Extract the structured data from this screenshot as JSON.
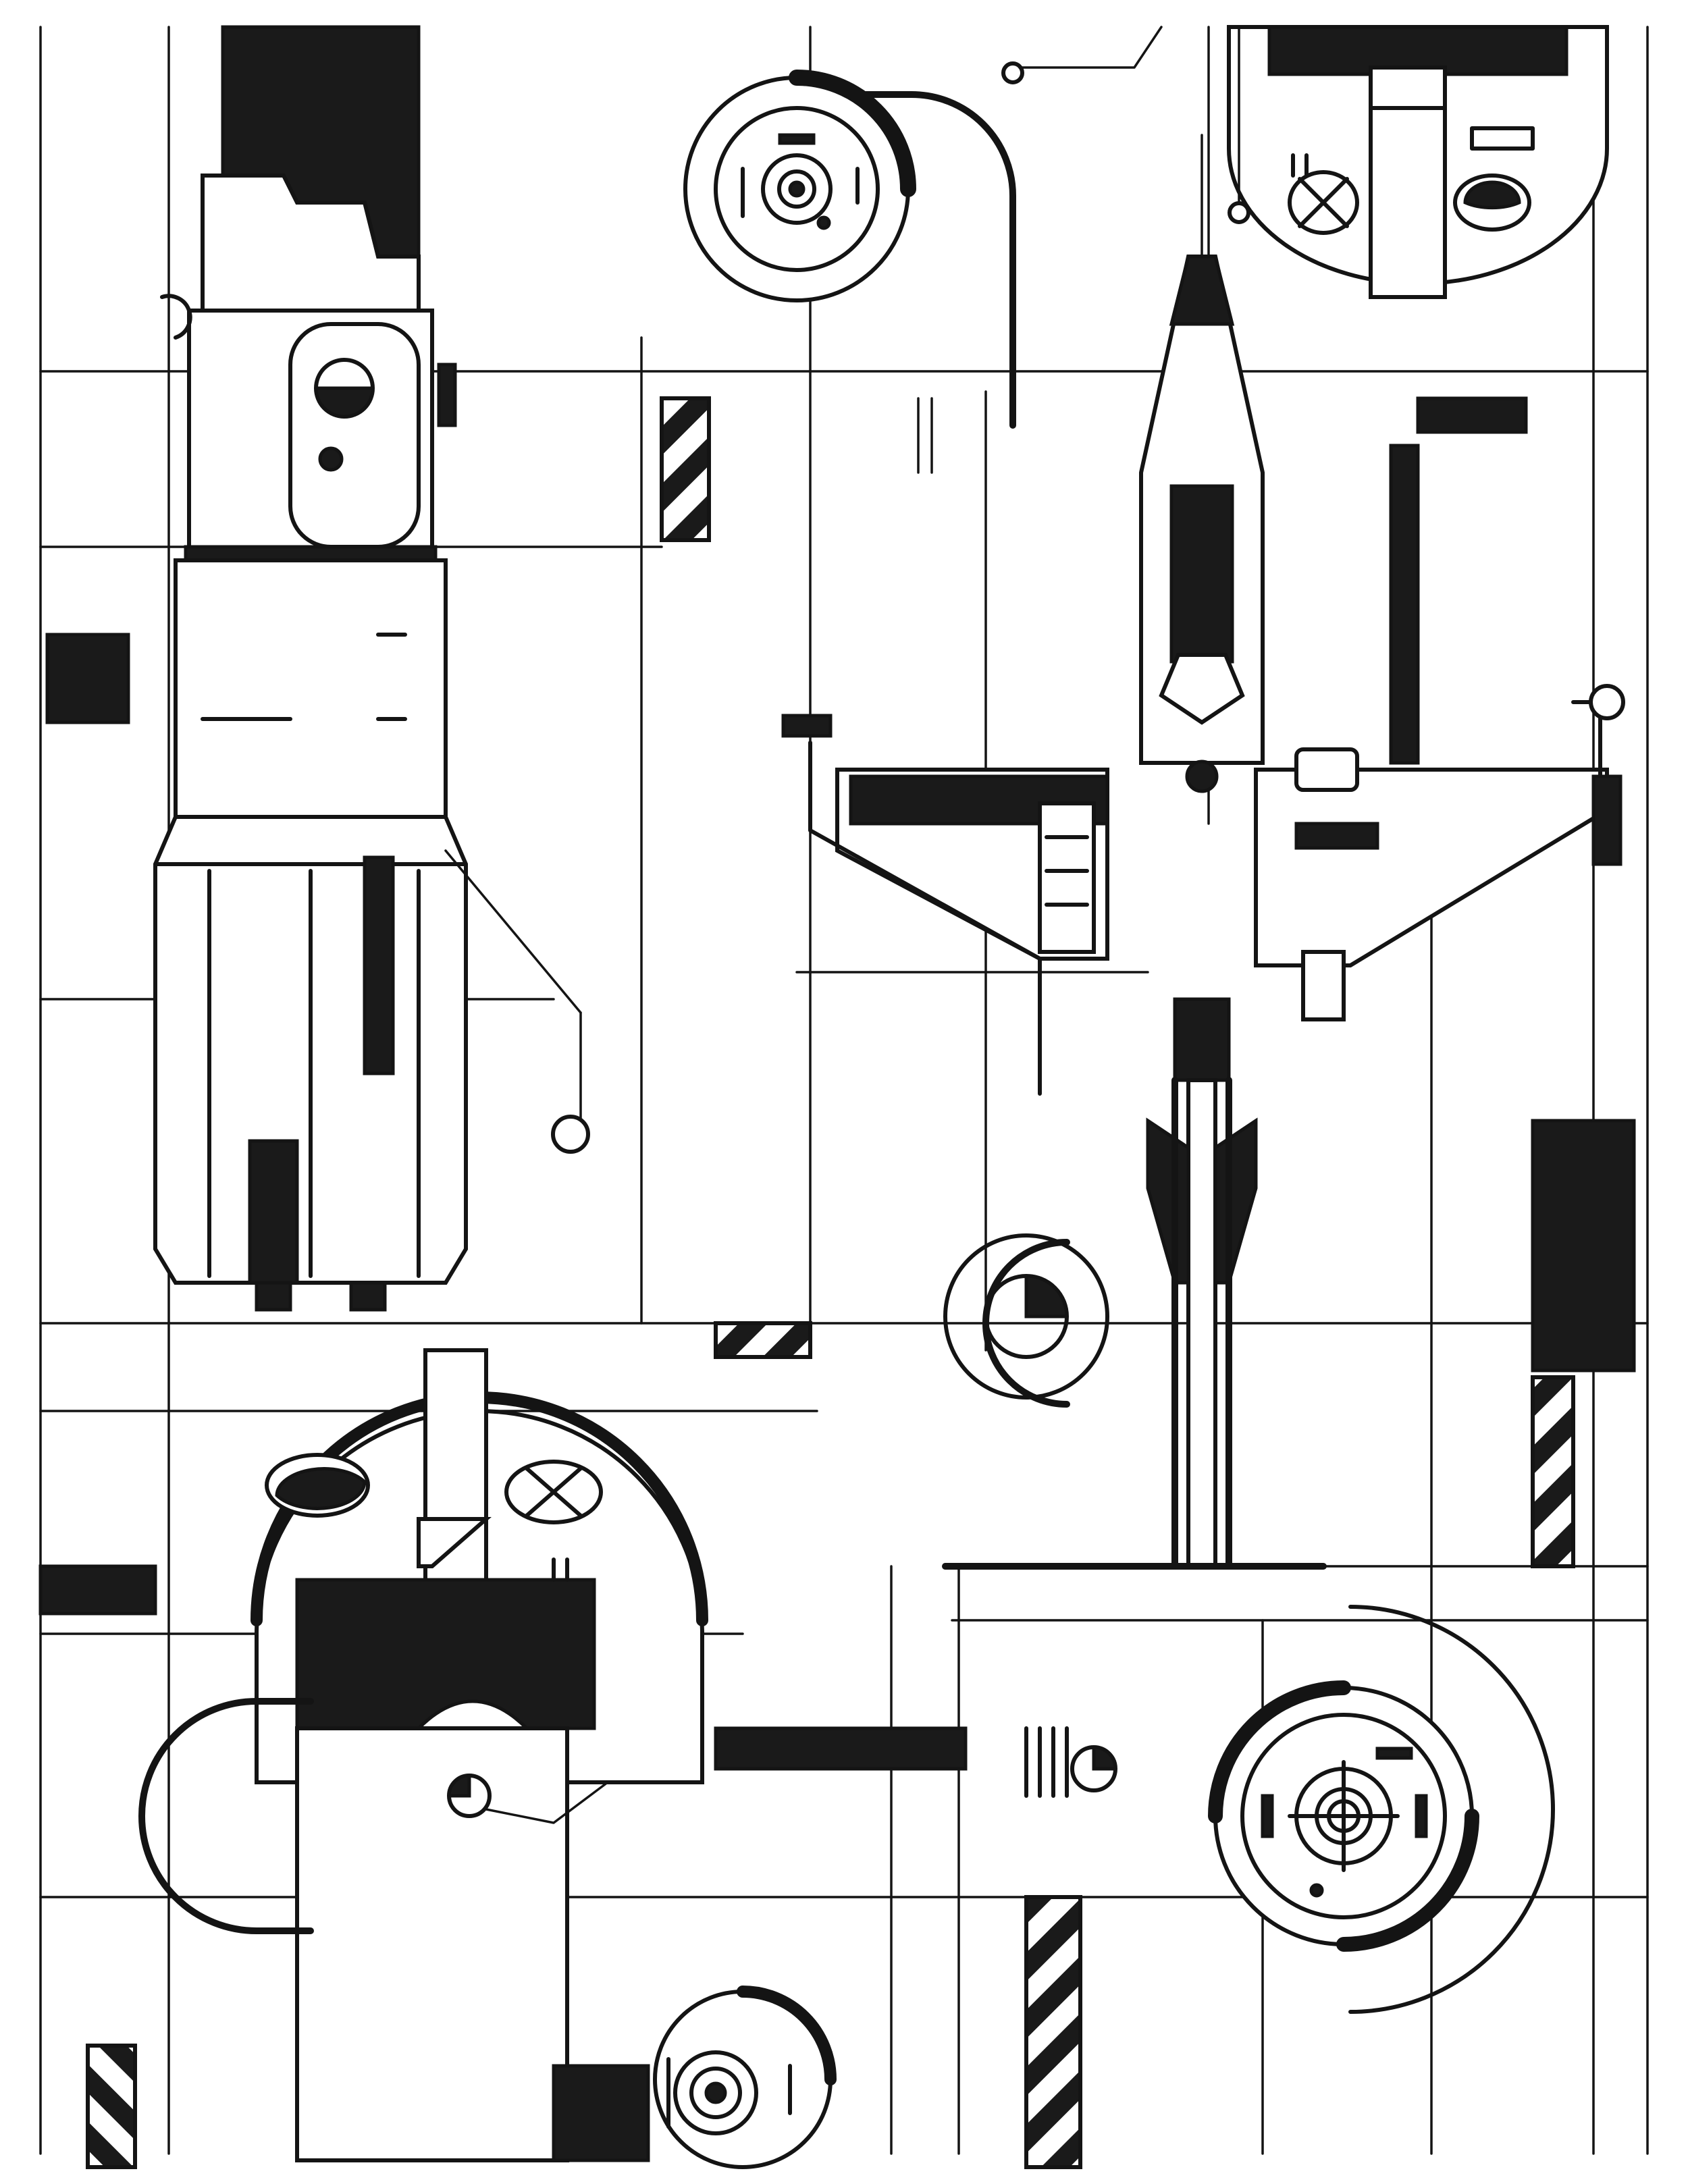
{
  "artwork": {
    "medium": "pencil-sketch",
    "palette": {
      "paper": "#ffffff",
      "ink": "#141414",
      "fill": "#1a1a1a"
    },
    "motifs": [
      "x-wing-starfighter",
      "pilot-helmet",
      "lightsaber-hilt",
      "astromech-dome",
      "hazard-stripes",
      "grid-lines"
    ]
  }
}
